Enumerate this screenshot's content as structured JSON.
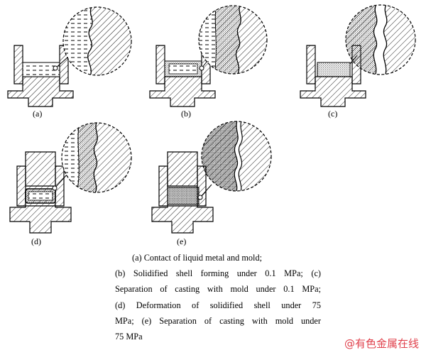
{
  "panels": [
    {
      "label": "(a)"
    },
    {
      "label": "(b)"
    },
    {
      "label": "(c)"
    },
    {
      "label": "(d)"
    },
    {
      "label": "(e)"
    }
  ],
  "caption": {
    "line1": "(a) Contact of liquid metal and mold;",
    "line2": "(b) Solidified shell forming under 0.1 MPa; (c)",
    "line3": "Separation of casting with mold under 0.1 MPa;",
    "line4": "(d) Deformation of solidified shell under 75",
    "line5": "MPa; (e) Separation of casting with mold under",
    "line6": "75 MPa"
  },
  "watermark": "@有色金属在线",
  "colors": {
    "line": "#000000",
    "watermark": "#e0414c"
  }
}
